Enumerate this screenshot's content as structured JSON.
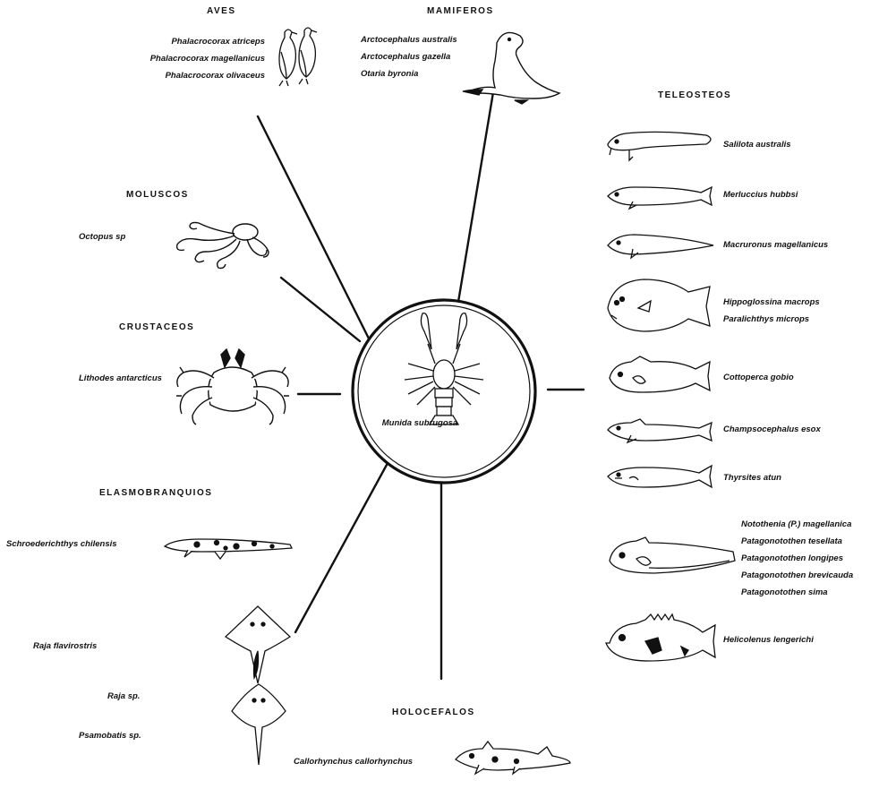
{
  "center": {
    "species": "Munida subrugosa"
  },
  "groups": {
    "aves": {
      "header": "AVES",
      "species": [
        "Phalacrocorax atriceps",
        "Phalacrocorax magellanicus",
        "Phalacrocorax olivaceus"
      ],
      "icon": "cormorant-pair-icon"
    },
    "mamiferos": {
      "header": "MAMIFEROS",
      "species": [
        "Arctocephalus australis",
        "Arctocephalus gazella",
        "Otaria byronia"
      ],
      "icon": "sea-lion-icon"
    },
    "moluscos": {
      "header": "MOLUSCOS",
      "species": [
        "Octopus sp"
      ],
      "icon": "octopus-icon"
    },
    "crustaceos": {
      "header": "CRUSTACEOS",
      "species": [
        "Lithodes antarcticus"
      ],
      "icon": "king-crab-icon"
    },
    "elasmobranquios": {
      "header": "ELASMOBRANQUIOS",
      "species": [
        "Schroederichthys chilensis",
        "Raja flavirostris",
        "Raja sp.",
        "Psamobatis sp."
      ],
      "icons": [
        "catshark-icon",
        "skate-icon",
        "ray-icon"
      ]
    },
    "holocefalos": {
      "header": "HOLOCEFALOS",
      "species": [
        "Callorhynchus callorhynchus"
      ],
      "icon": "elephantfish-icon"
    },
    "teleosteos": {
      "header": "TELEOSTEOS",
      "items": [
        {
          "names": [
            "Salilota australis"
          ],
          "icon": "codling-icon"
        },
        {
          "names": [
            "Merluccius hubbsi"
          ],
          "icon": "hake-icon"
        },
        {
          "names": [
            "Macruronus magellanicus"
          ],
          "icon": "grenadier-icon"
        },
        {
          "names": [
            "Hippoglossina macrops",
            "Paralichthys microps"
          ],
          "icon": "flounder-icon"
        },
        {
          "names": [
            "Cottoperca gobio"
          ],
          "icon": "frogmouth-icon"
        },
        {
          "names": [
            "Champsocephalus esox"
          ],
          "icon": "icefish-icon"
        },
        {
          "names": [
            "Thyrsites atun"
          ],
          "icon": "snoek-icon"
        },
        {
          "names": [
            "Notothenia (P.) magellanica",
            "Patagonotothen tesellata",
            "Patagonotothen longipes",
            "Patagonotothen brevicauda",
            "Patagonotothen sima"
          ],
          "icon": "notothen-icon"
        },
        {
          "names": [
            "Helicolenus lengerichi"
          ],
          "icon": "rockfish-icon"
        }
      ]
    }
  }
}
